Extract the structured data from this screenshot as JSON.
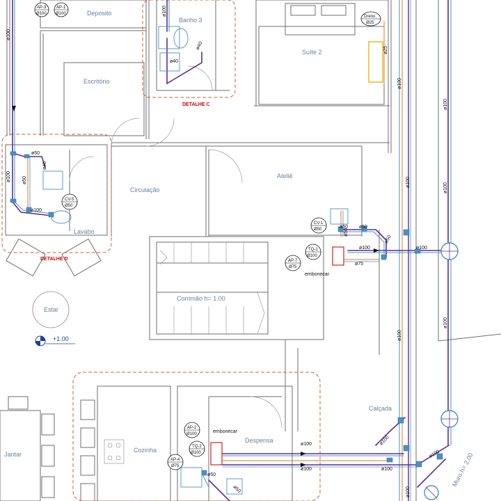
{
  "rooms": {
    "deposito": "Deposito",
    "banho3": "Banho 3",
    "suite2": "Suíte 2",
    "escritorio": "Escritório",
    "circulacao": "Circulação",
    "atelie": "Ateliê",
    "lavabo": "Lavabo",
    "estar": "Estar",
    "corrimao": "Corrimão h= 1.00",
    "cozinha": "Cozinha",
    "despensa": "Despensa",
    "jantar": "Jantar",
    "calcada": "Calçada",
    "muro": "Muro h= 2.00"
  },
  "details": {
    "c": "DETALHE C",
    "d": "DETALHE D"
  },
  "level": "+1.00",
  "labels": {
    "embonecar": "embonecar"
  },
  "tags": {
    "ap3": {
      "top": "AP-3",
      "bottom": "Ø100"
    },
    "ap1": {
      "top": "AP-1",
      "bottom": "Ø100"
    },
    "dreno": {
      "top": "Dreno",
      "bottom": "Ø25"
    },
    "cv5": {
      "top": "CV-5",
      "bottom": "Ø50"
    },
    "cv1": {
      "top": "CV-1",
      "bottom": "Ø50"
    },
    "tq1": {
      "top": "TQ-1",
      "bottom": "Ø100"
    },
    "ap7": {
      "top": "AP-7",
      "bottom": "Ø75"
    },
    "ap2": {
      "top": "AP-2",
      "bottom": "Ø100"
    },
    "tq2": {
      "top": "TQ-2",
      "bottom": "Ø100"
    },
    "ap4": {
      "top": "AP-4",
      "bottom": "Ø75"
    }
  },
  "pipes": {
    "d100": "ø100",
    "d50": "ø50",
    "d40": "ø40",
    "d25": "ø25",
    "d75": "ø75"
  },
  "colors": {
    "wall": "#6e6e6e",
    "pipe_purple": "#5b2d90",
    "pipe_blue": "#4a90c8",
    "pipe_orange": "#e07820",
    "detail_border": "#c0643c",
    "detail_text": "#cc0000",
    "room_text": "#6b7fa0",
    "fixture_red": "#d22020",
    "fixture_yellow": "#e8c22a"
  }
}
